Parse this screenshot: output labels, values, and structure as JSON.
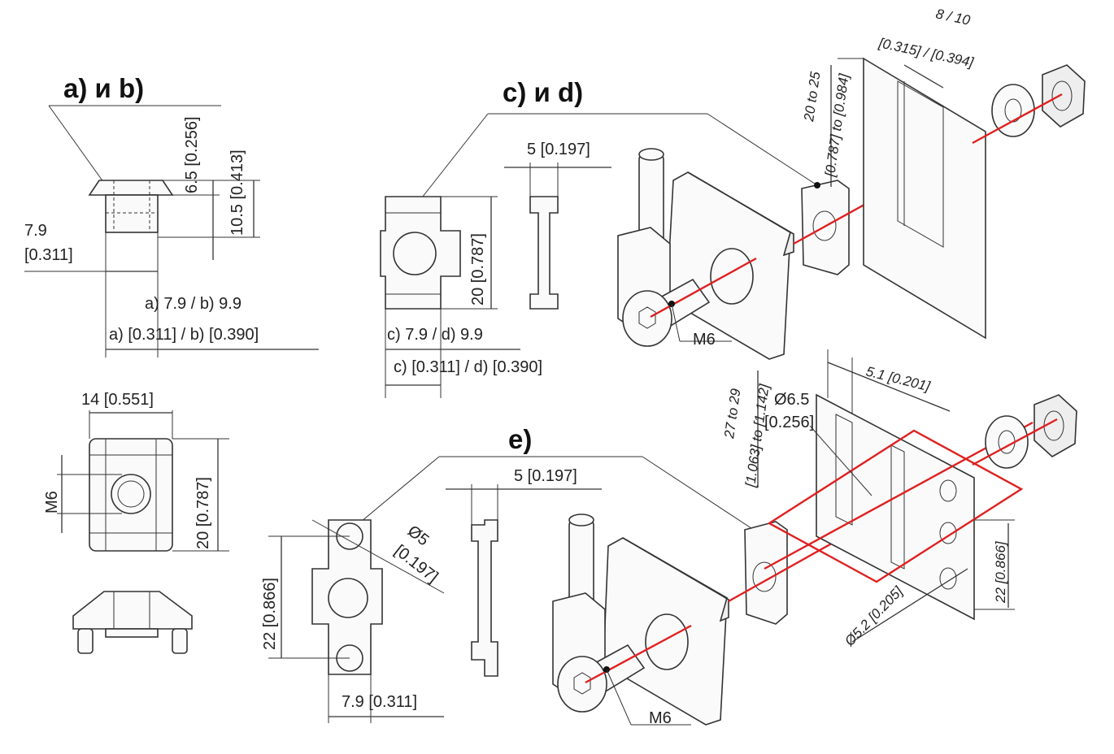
{
  "headings": {
    "ab": "a) и b)",
    "cd": "c) и d)",
    "e": "e)"
  },
  "ab_side": {
    "d_65": "6.5 [0.256]",
    "d_105": "10.5 [0.413]",
    "w_79": "7.9",
    "w_79_in": "[0.311]",
    "w_ab_mm": "a) 7.9 / b) 9.9",
    "w_ab_in": "a) [0.311] / b) [0.390]"
  },
  "ab_top": {
    "w14": "14 [0.551]",
    "m6": "M6",
    "h20": "20 [0.787]"
  },
  "cd": {
    "t5": "5 [0.197]",
    "h20": "20 [0.787]",
    "w_cd_mm": "c) 7.9 / d) 9.9",
    "w_cd_in": "c) [0.311] / d) [0.390]",
    "m6": "M6",
    "range_mm": "20 to 25",
    "range_in": "[0.787] to [0.984]",
    "slot_mm": "8 / 10",
    "slot_in": "[0.315] / [0.394]"
  },
  "e": {
    "t5": "5 [0.197]",
    "d5": "Ø5",
    "d5_in": "[0.197]",
    "h22": "22 [0.866]",
    "w79": "7.9 [0.311]",
    "m6": "M6",
    "range_mm": "27 to 29",
    "range_in": "[1.063] to [1.142]",
    "d65": "Ø6.5",
    "d65_in": "[0.256]",
    "w51": "5.1 [0.201]",
    "h22_it": "22 [0.866]",
    "d52": "Ø5.2 [0.205]"
  }
}
